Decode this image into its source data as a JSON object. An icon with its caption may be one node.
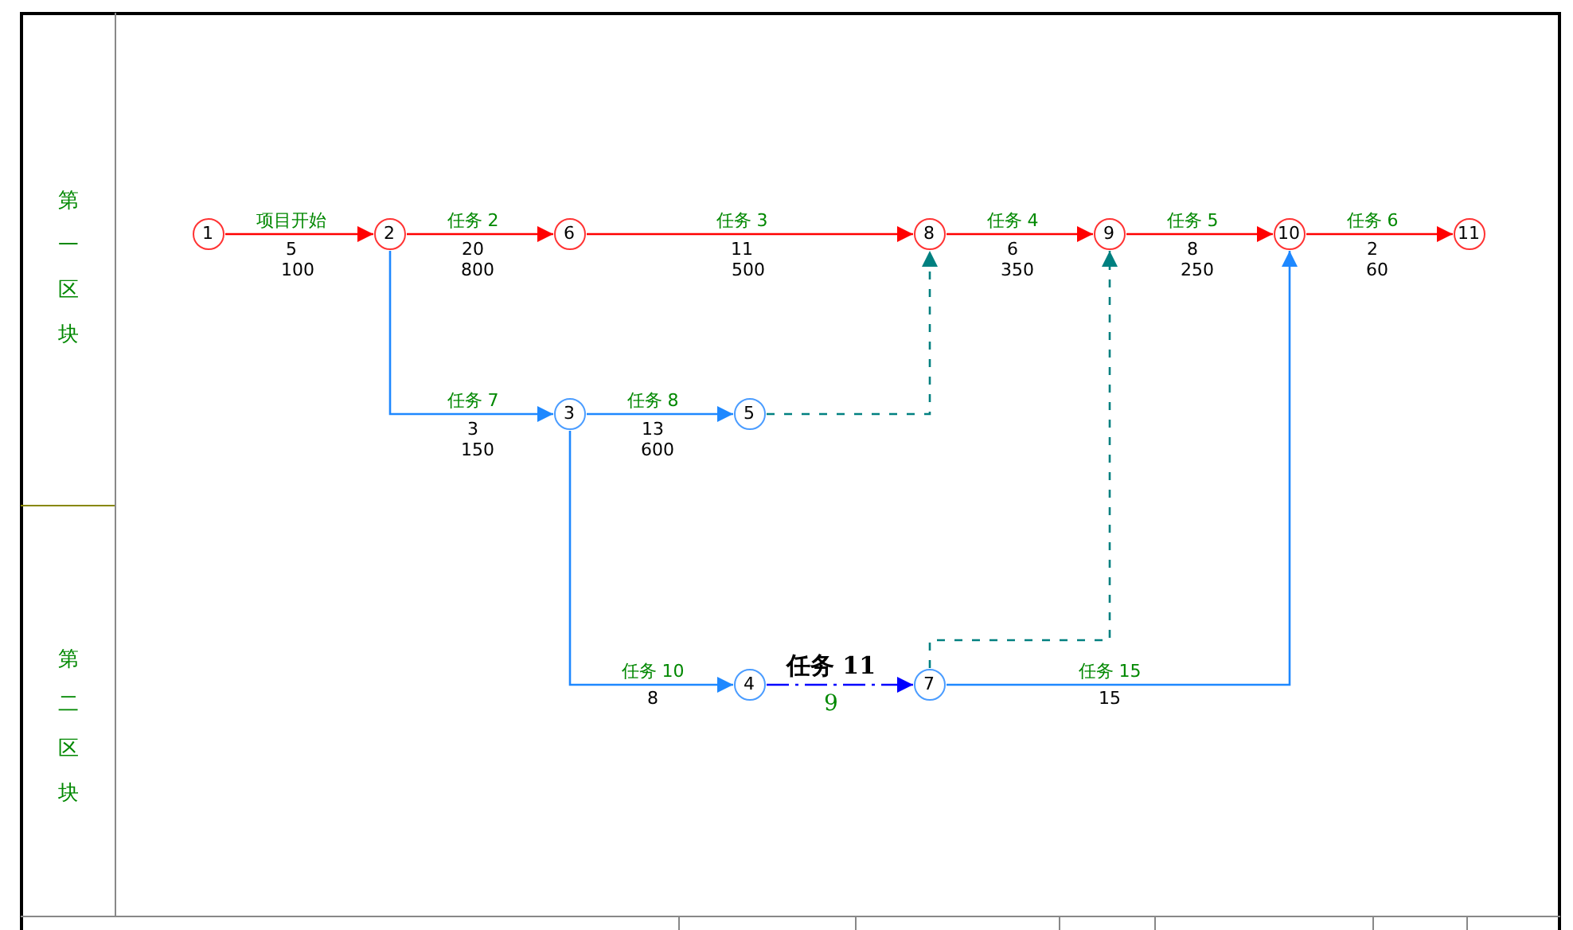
{
  "diagram": {
    "nodes": [
      {
        "text": [
          "第一区块"
        ]
      },
      {
        "text": [
          "第二区块"
        ]
      },
      {
        "text": [
          "1"
        ]
      },
      {
        "text": [
          "2"
        ]
      },
      {
        "text": [
          "3"
        ]
      },
      {
        "text": [
          "4"
        ]
      },
      {
        "text": [
          "5"
        ]
      },
      {
        "text": [
          "6"
        ]
      },
      {
        "text": [
          "7"
        ]
      },
      {
        "text": [
          "8"
        ]
      },
      {
        "text": [
          "9"
        ]
      },
      {
        "text": [
          "10"
        ]
      },
      {
        "text": [
          "11"
        ]
      }
    ],
    "edges": [
      {
        "from": 2,
        "to": 3,
        "arrow": "to",
        "label": "项目开始"
      },
      {
        "from": 3,
        "to": 7,
        "arrow": "to",
        "label": "任务 2"
      },
      {
        "from": 7,
        "to": 9,
        "arrow": "to",
        "label": "任务 3"
      },
      {
        "from": 9,
        "to": 10,
        "arrow": "to",
        "label": "任务 4"
      },
      {
        "from": 10,
        "to": 11,
        "arrow": "to",
        "label": "任务 5"
      },
      {
        "from": 11,
        "to": 12,
        "arrow": "to",
        "label": "任务 6"
      },
      {
        "from": 3,
        "to": 4,
        "arrow": "to",
        "label": "任务 7",
        "color": "#1e88ff"
      },
      {
        "from": 4,
        "to": 6,
        "arrow": "to",
        "label": "任务 8",
        "color": "#1e88ff"
      },
      {
        "from": 6,
        "to": 9,
        "arrow": "to",
        "style": "dashed",
        "color": "#008080"
      },
      {
        "from": 4,
        "to": 5,
        "arrow": "to",
        "label": "任务 10",
        "color": "#1e88ff"
      },
      {
        "from": 5,
        "to": 8,
        "arrow": "to",
        "label": "任务 11",
        "style": "dashed",
        "color": "#0000ff"
      },
      {
        "from": 8,
        "to": 10,
        "arrow": "to",
        "style": "dashed",
        "color": "#008080"
      },
      {
        "from": 8,
        "to": 11,
        "arrow": "to",
        "label": "任务 15",
        "color": "#1e88ff"
      }
    ],
    "labels": [
      "5",
      "100",
      "20",
      "800",
      "11",
      "500",
      "6",
      "350",
      "8",
      "250",
      "2",
      "60",
      "3",
      "150",
      "13",
      "600",
      "8",
      "9",
      "15"
    ]
  }
}
